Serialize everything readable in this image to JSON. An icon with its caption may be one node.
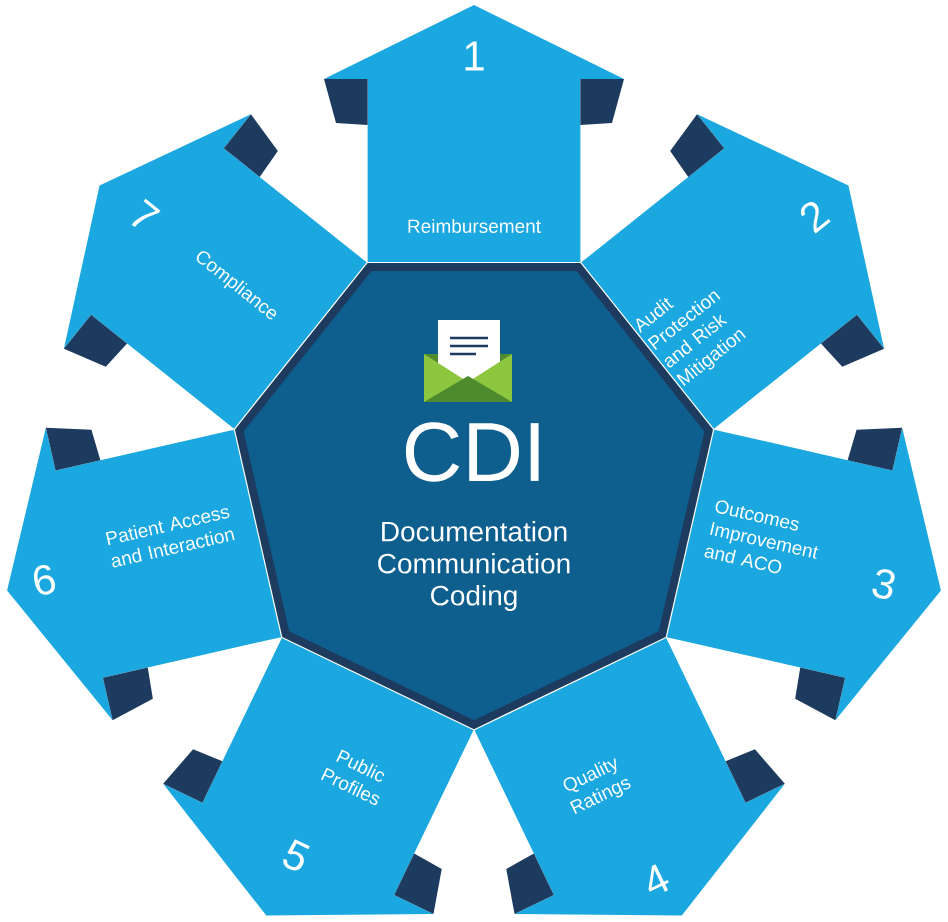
{
  "diagram": {
    "nodes": [
      {
        "text": [
          "CDI",
          "Documentation Communication Coding"
        ]
      },
      {
        "text": [
          "1",
          "Reimbursement"
        ]
      },
      {
        "text": [
          "2",
          "Audit Protection and Risk Mitigation"
        ]
      },
      {
        "text": [
          "3",
          "Outcomes Improvement and ACO"
        ]
      },
      {
        "text": [
          "4",
          "Quality Ratings"
        ]
      },
      {
        "text": [
          "5",
          "Public Profiles"
        ]
      },
      {
        "text": [
          "6",
          "Patient Access and Interaction"
        ]
      },
      {
        "text": [
          "7",
          "Compliance"
        ]
      }
    ]
  }
}
